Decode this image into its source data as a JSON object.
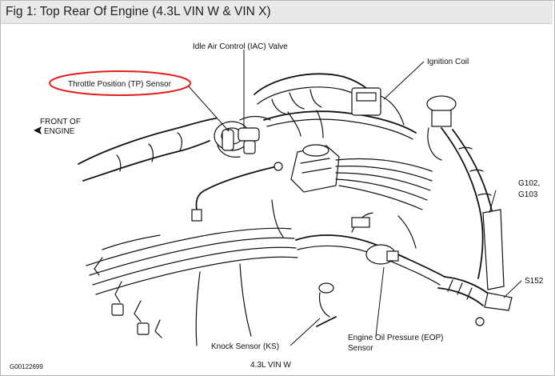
{
  "window": {
    "title": "Fig 1: Top Rear Of Engine (4.3L VIN W & VIN X)"
  },
  "diagram": {
    "labels": {
      "iac_valve": "Idle Air Control (IAC) Valve",
      "tp_sensor": "Throttle Position (TP) Sensor",
      "ignition_coil": "Ignition Coil",
      "front_line1": "FRONT OF",
      "front_line2": "ENGINE",
      "g102": "G102,",
      "g103": "G103",
      "s152": "S152",
      "knock_sensor": "Knock Sensor (KS)",
      "eop_line1": "Engine Oil Pressure (EOP)",
      "eop_line2": "Sensor",
      "figure_id": "G00122699",
      "caption": "4.3L VIN W"
    },
    "highlight_color": "#e0201c"
  }
}
